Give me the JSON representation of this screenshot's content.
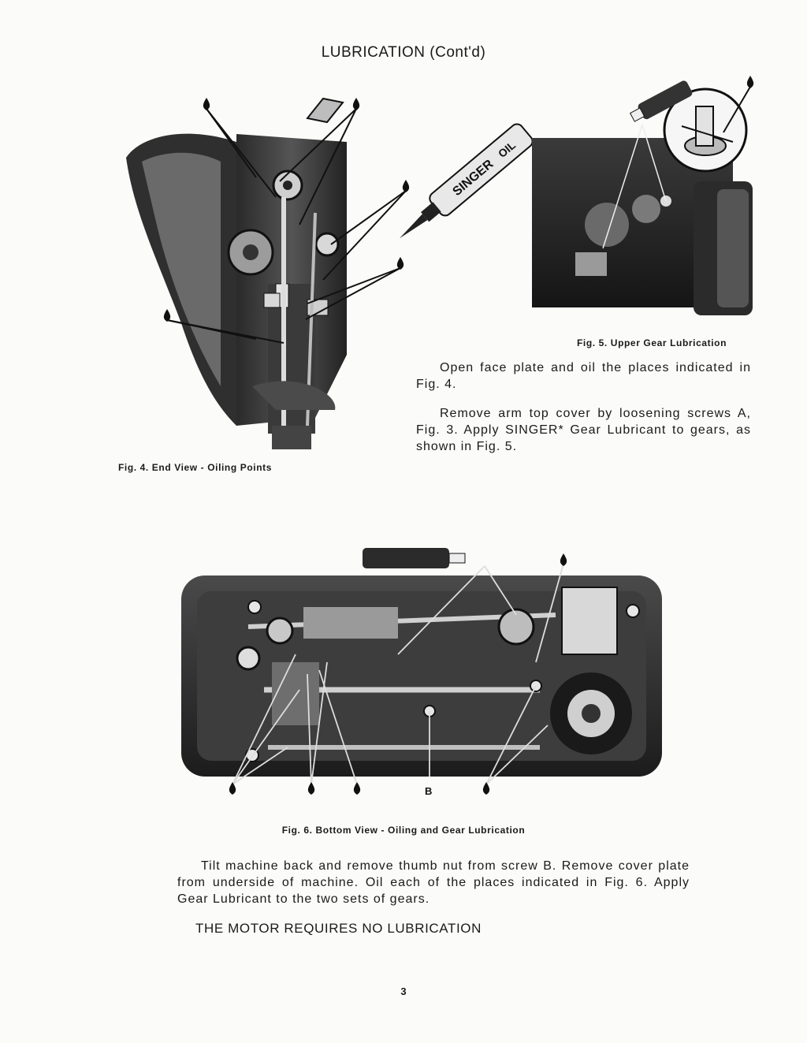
{
  "page": {
    "title": "LUBRICATION (Cont'd)",
    "page_number": "3"
  },
  "fig4": {
    "caption": "Fig. 4. End View - Oiling Points",
    "tube_text": "SINGER",
    "tube_text2": "OIL"
  },
  "fig5": {
    "caption": "Fig. 5. Upper Gear Lubrication",
    "para1": "Open face plate and oil the places indicated in Fig. 4.",
    "para2": "Remove arm top cover by loosening screws A, Fig. 3. Apply SINGER* Gear Lubricant to gears, as shown in Fig. 5."
  },
  "fig6": {
    "caption": "Fig. 6. Bottom View - Oiling and Gear Lubrication",
    "label_b": "B"
  },
  "body": {
    "para": "Tilt machine back and remove thumb nut from screw B. Remove cover plate from underside of machine. Oil each of the places indicated in Fig. 6. Apply Gear Lubricant to the two sets of gears.",
    "motor_note": "THE MOTOR REQUIRES NO LUBRICATION"
  }
}
